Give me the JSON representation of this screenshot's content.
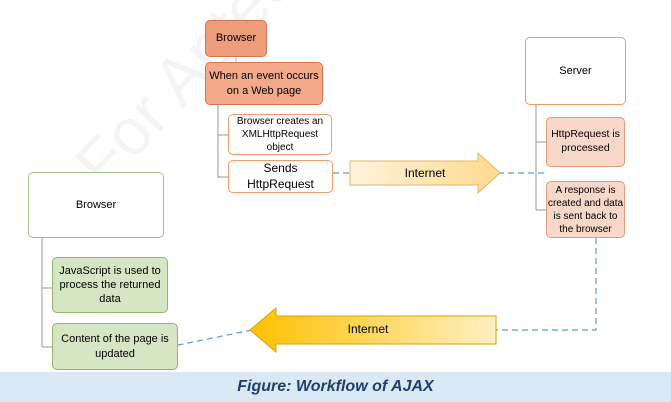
{
  "watermark": "For Aptech Centre Use Only",
  "browser_top": {
    "title": "Browser",
    "event": "When an event occurs on a Web page",
    "creates": "Browser creates an XMLHttpRequest object",
    "sends": "Sends HttpRequest"
  },
  "server": {
    "title": "Server",
    "processed": "HttpRequest is processed",
    "response": "A response is created and data is sent back to the browser"
  },
  "browser_left": {
    "title": "Browser",
    "js": "JavaScript is used to process the returned data",
    "update": "Content of the page is updated"
  },
  "arrows": {
    "top": "Internet",
    "bottom": "Internet"
  },
  "caption": "Figure: Workflow of AJAX",
  "colors": {
    "salmon": "#ef9c7b",
    "peach": "#f9d7c9",
    "green": "#d5e6c4",
    "arrow_top": "#ffd98e",
    "arrow_bottom": "#ffc000",
    "dashed": "#5b9bd5"
  }
}
